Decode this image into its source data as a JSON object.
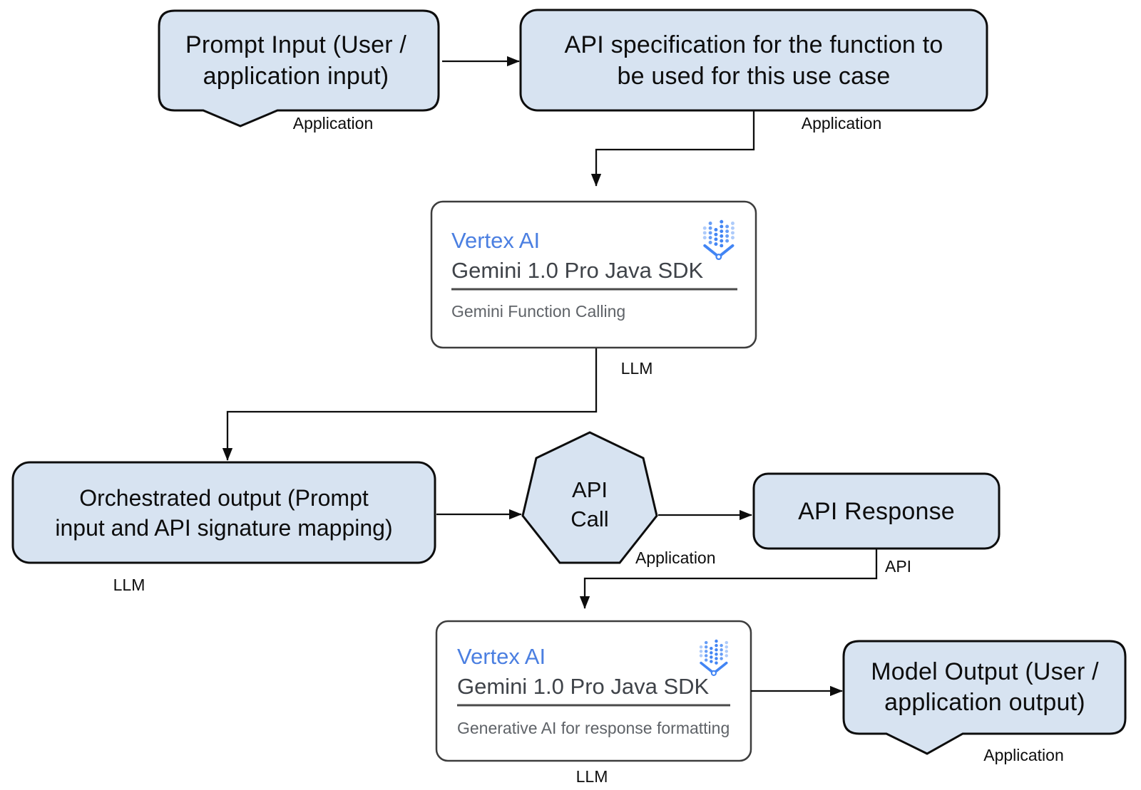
{
  "diagram": {
    "colors": {
      "node_fill": "#d7e3f1",
      "node_border": "#0d0d0d",
      "card_border": "#3d3d3d",
      "vertex_blue": "#4b7fe1",
      "title_gray": "#3f4349",
      "subtitle_gray": "#5f6368",
      "icon_blue": "#4285f4",
      "icon_blue_mid": "#669df6",
      "icon_blue_light": "#aecbfa",
      "line": "#0d0d0d"
    },
    "nodes": {
      "prompt_input": {
        "lines": [
          "Prompt Input (User /",
          "application input)"
        ],
        "tag": "Application"
      },
      "api_spec": {
        "lines": [
          "API specification for the function to",
          "be used for this use case"
        ],
        "tag": "Application"
      },
      "gemini_function_calling": {
        "product": "Vertex AI",
        "title": "Gemini 1.0 Pro Java SDK",
        "subtitle": "Gemini Function Calling",
        "tag": "LLM",
        "icon": "vertex-ai-icon"
      },
      "orchestrated_output": {
        "lines": [
          "Orchestrated output (Prompt",
          "input and API signature mapping)"
        ],
        "tag": "LLM"
      },
      "api_call": {
        "lines": [
          "API",
          "Call"
        ],
        "tag": "Application"
      },
      "api_response": {
        "text": "API Response",
        "tag": "API"
      },
      "gemini_response_formatting": {
        "product": "Vertex AI",
        "title": "Gemini 1.0 Pro Java SDK",
        "subtitle": "Generative AI for response formatting",
        "tag": "LLM",
        "icon": "vertex-ai-icon"
      },
      "model_output": {
        "lines": [
          "Model Output (User /",
          "application output)"
        ],
        "tag": "Application"
      }
    }
  }
}
